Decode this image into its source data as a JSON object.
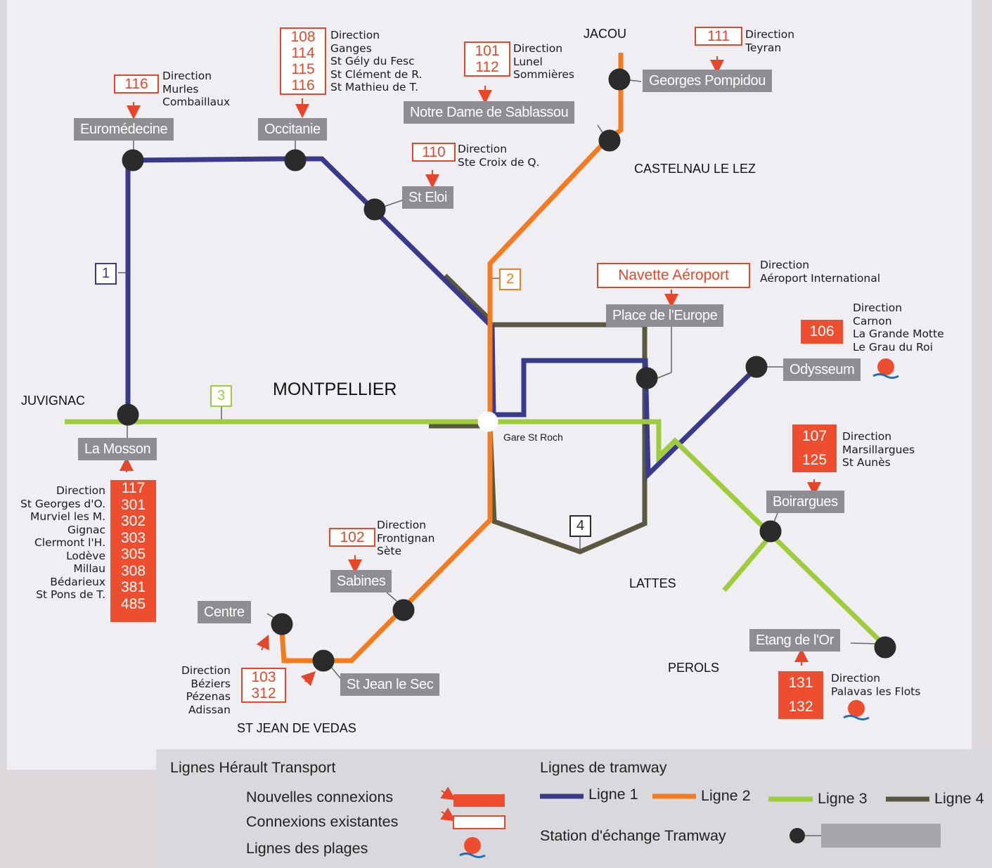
{
  "cities": {
    "jacou": "JACOU",
    "castelnau": "CASTELNAU LE LEZ",
    "juvignac": "JUVIGNAC",
    "montpellier": "MONTPELLIER",
    "lattes": "LATTES",
    "perols": "PEROLS",
    "st_jean_de_vedas": "ST JEAN DE VEDAS"
  },
  "stations": {
    "euromedecine": "Euromédecine",
    "occitanie": "Occitanie",
    "notre_dame": "Notre Dame de Sablassou",
    "georges_pompidou": "Georges Pompidou",
    "st_eloi": "St Eloi",
    "place_europe": "Place de l'Europe",
    "odysseum": "Odysseum",
    "la_mosson": "La Mosson",
    "boirargues": "Boirargues",
    "sabines": "Sabines",
    "centre": "Centre",
    "st_jean_le_sec": "St Jean le Sec",
    "etang_de_lor": "Etang de l'Or",
    "gare_st_roch": "Gare St Roch"
  },
  "tram_line_labels": {
    "l1": "1",
    "l2": "2",
    "l3": "3",
    "l4": "4"
  },
  "connections": {
    "c116": {
      "lines": [
        "116"
      ],
      "direction": [
        "Direction",
        "Murles",
        "Combaillaux"
      ]
    },
    "c108": {
      "lines": [
        "108",
        "114",
        "115",
        "116"
      ],
      "direction": [
        "Direction",
        "Ganges",
        "St Gély du Fesc",
        "St Clément de R.",
        "St Mathieu de T."
      ]
    },
    "c101": {
      "lines": [
        "101",
        "112"
      ],
      "direction": [
        "Direction",
        "Lunel",
        "Sommières"
      ]
    },
    "c111": {
      "lines": [
        "111"
      ],
      "direction": [
        "Direction",
        "Teyran"
      ]
    },
    "c110": {
      "lines": [
        "110"
      ],
      "direction": [
        "Direction",
        "Ste Croix de Q."
      ]
    },
    "navette": {
      "lines": [
        "Navette Aéroport"
      ],
      "direction": [
        "Direction",
        "Aéroport International"
      ]
    },
    "c106": {
      "lines": [
        "106"
      ],
      "direction": [
        "Direction",
        "Carnon",
        "La Grande Motte",
        "Le Grau du Roi"
      ]
    },
    "c107": {
      "lines": [
        "107",
        "125"
      ],
      "direction": [
        "Direction",
        "Marsillargues",
        "St Aunès"
      ]
    },
    "c117": {
      "lines": [
        "117",
        "301",
        "302",
        "303",
        "305",
        "308",
        "381",
        "485"
      ],
      "direction": [
        "Direction",
        "St Georges d'O.",
        "Murviel les M.",
        "Gignac",
        "Clermont l'H.",
        "Lodève",
        "Millau",
        "Bédarieux",
        "St Pons de T."
      ]
    },
    "c102": {
      "lines": [
        "102"
      ],
      "direction": [
        "Direction",
        "Frontignan",
        "Sète"
      ]
    },
    "c103": {
      "lines": [
        "103",
        "312"
      ],
      "direction": [
        "Direction",
        "Béziers",
        "Pézenas",
        "Adissan"
      ]
    },
    "c131": {
      "lines": [
        "131",
        "132"
      ],
      "direction": [
        "Direction",
        "Palavas les Flots"
      ]
    }
  },
  "legend": {
    "herault_title": "Lignes Hérault Transport",
    "nouvelles": "Nouvelles connexions",
    "existantes": "Connexions existantes",
    "plages": "Lignes des plages",
    "tram_title": "Lignes de tramway",
    "ligne1": "Ligne 1",
    "ligne2": "Ligne 2",
    "ligne3": "Ligne 3",
    "ligne4": "Ligne 4",
    "echange": "Station d'échange Tramway"
  },
  "colors": {
    "ligne1": "#3a3a8c",
    "ligne2": "#f47c20",
    "ligne3": "#9fcc3b",
    "ligne4": "#5a5840",
    "connection": "#e8462a",
    "station_box": "#8e8d92"
  }
}
